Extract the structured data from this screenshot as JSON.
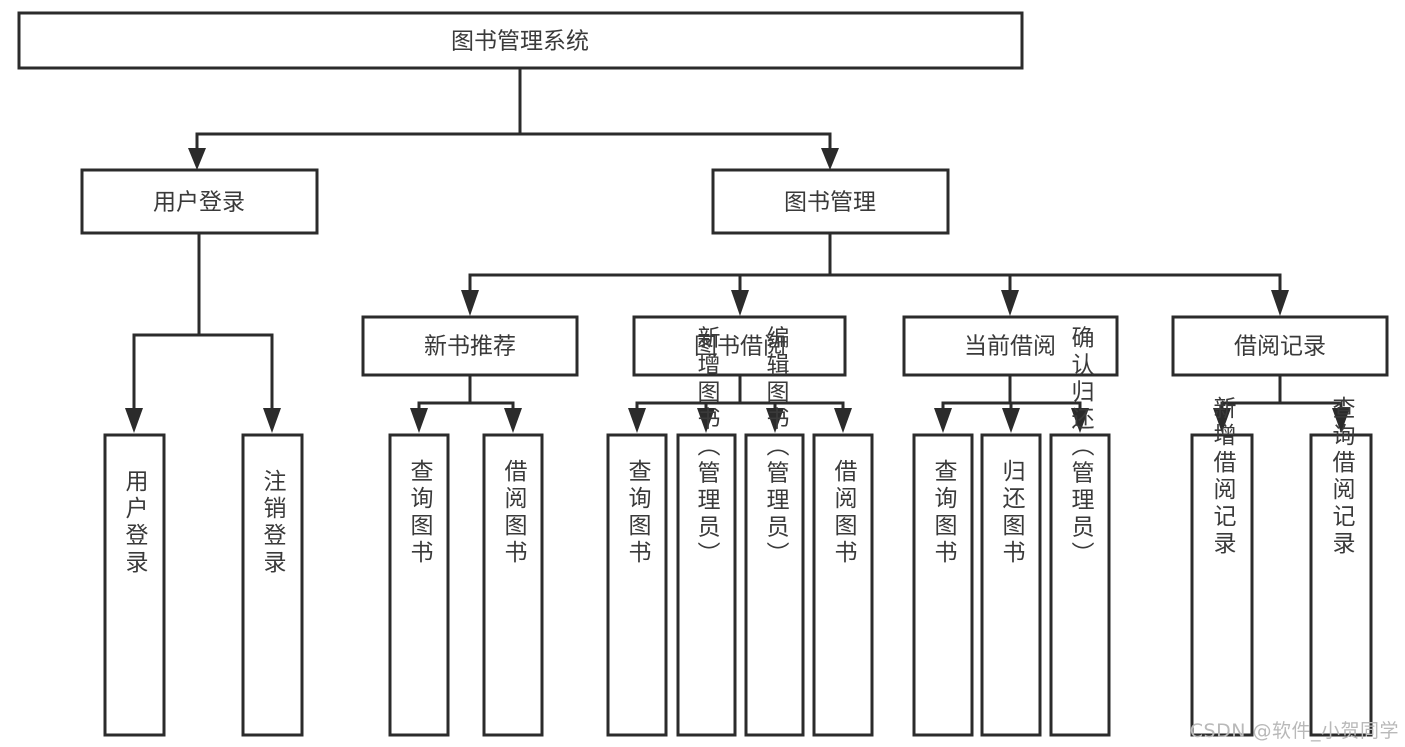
{
  "diagram": {
    "title": "图书管理系统",
    "type": "tree-hierarchy-chart",
    "colors": {
      "stroke": "#2b2b2b",
      "fill": "#ffffff",
      "text": "#3a3a3a",
      "watermark": "#b9b9b9",
      "background": "#ffffff"
    },
    "nodes": {
      "root": {
        "label": "图书管理系统",
        "orientation": "horizontal"
      },
      "level1": [
        {
          "id": "user-login",
          "label": "用户登录",
          "orientation": "horizontal"
        },
        {
          "id": "book-management",
          "label": "图书管理",
          "orientation": "horizontal"
        }
      ],
      "level2": [
        {
          "id": "new-book-recommend",
          "label": "新书推荐",
          "orientation": "horizontal"
        },
        {
          "id": "book-borrow",
          "label": "图书借阅",
          "orientation": "horizontal"
        },
        {
          "id": "current-borrow",
          "label": "当前借阅",
          "orientation": "horizontal"
        },
        {
          "id": "borrow-record",
          "label": "借阅记录",
          "orientation": "horizontal"
        }
      ],
      "leaves": {
        "user-login": [
          {
            "id": "leaf-user-login",
            "label": "用户登录",
            "orientation": "vertical"
          },
          {
            "id": "leaf-user-logout",
            "label": "注销登录",
            "orientation": "vertical"
          }
        ],
        "new-book-recommend": [
          {
            "id": "leaf-query-book-1",
            "label": "查询图书",
            "orientation": "vertical"
          },
          {
            "id": "leaf-borrow-book-1",
            "label": "借阅图书",
            "orientation": "vertical"
          }
        ],
        "book-borrow": [
          {
            "id": "leaf-query-book-2",
            "label": "查询图书",
            "orientation": "vertical"
          },
          {
            "id": "leaf-add-book",
            "label": "新增图书（管理员）",
            "orientation": "vertical"
          },
          {
            "id": "leaf-edit-book",
            "label": "编辑图书（管理员）",
            "orientation": "vertical"
          },
          {
            "id": "leaf-borrow-book-2",
            "label": "借阅图书",
            "orientation": "vertical"
          }
        ],
        "current-borrow": [
          {
            "id": "leaf-query-book-3",
            "label": "查询图书",
            "orientation": "vertical"
          },
          {
            "id": "leaf-return-book",
            "label": "归还图书",
            "orientation": "vertical"
          },
          {
            "id": "leaf-confirm-return",
            "label": "确认归还（管理员）",
            "orientation": "vertical"
          }
        ],
        "borrow-record": [
          {
            "id": "leaf-add-record",
            "label": "新增借阅记录",
            "orientation": "vertical"
          },
          {
            "id": "leaf-query-record",
            "label": "查询借阅记录",
            "orientation": "vertical"
          }
        ]
      }
    },
    "watermark": "CSDN @软件_小贺同学"
  }
}
